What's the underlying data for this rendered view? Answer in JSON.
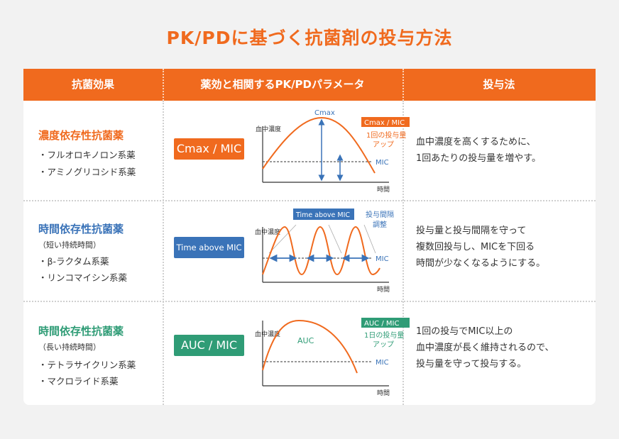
{
  "title": "PK/PDに基づく抗菌剤の投与方法",
  "header": {
    "col1": "抗菌効果",
    "col2": "薬効と相関するPK/PDパラメータ",
    "col3": "投与法"
  },
  "colors": {
    "orange": "#f06a1e",
    "blue": "#3a73b8",
    "green": "#2f9c76",
    "curve": "#f06a1e",
    "arrow": "#3a73b8"
  },
  "rows": [
    {
      "name": "濃度依存性抗菌薬",
      "sub": "",
      "items": [
        "・フルオロキノロン系薬",
        "・アミノグリコシド系薬"
      ],
      "badge": "Cmax / MIC",
      "graph": {
        "peak_label": "Cmax",
        "tag": "Cmax / MIC",
        "note1": "1回の投与量",
        "note2": "アップ",
        "mic_label": "MIC",
        "yaxis": "血中濃度",
        "xaxis": "時間"
      },
      "method": [
        "血中濃度を高くするために、",
        "1回あたりの投与量を増やす。"
      ]
    },
    {
      "name": "時間依存性抗菌薬",
      "sub": "（短い持続時間）",
      "items": [
        "・β-ラクタム系薬",
        "・リンコマイシン系薬"
      ],
      "badge": "Time above MIC",
      "graph": {
        "tag": "Time above MIC",
        "note1": "投与間隔",
        "note2": "調整",
        "mic_label": "MIC",
        "yaxis": "血中濃度",
        "xaxis": "時間"
      },
      "method": [
        "投与量と投与間隔を守って",
        "複数回投与し、MICを下回る",
        "時間が少なくなるようにする。"
      ]
    },
    {
      "name": "時間依存性抗菌薬",
      "sub": "（長い持続時間）",
      "items": [
        "・テトラサイクリン系薬",
        "・マクロライド系薬"
      ],
      "badge": "AUC / MIC",
      "graph": {
        "area_label": "AUC",
        "tag": "AUC / MIC",
        "note1": "1日の投与量",
        "note2": "アップ",
        "mic_label": "MIC",
        "yaxis": "血中濃度",
        "xaxis": "時間"
      },
      "method": [
        "1回の投与でMIC以上の",
        "血中濃度が長く維持されるので、",
        "投与量を守って投与する。"
      ]
    }
  ]
}
